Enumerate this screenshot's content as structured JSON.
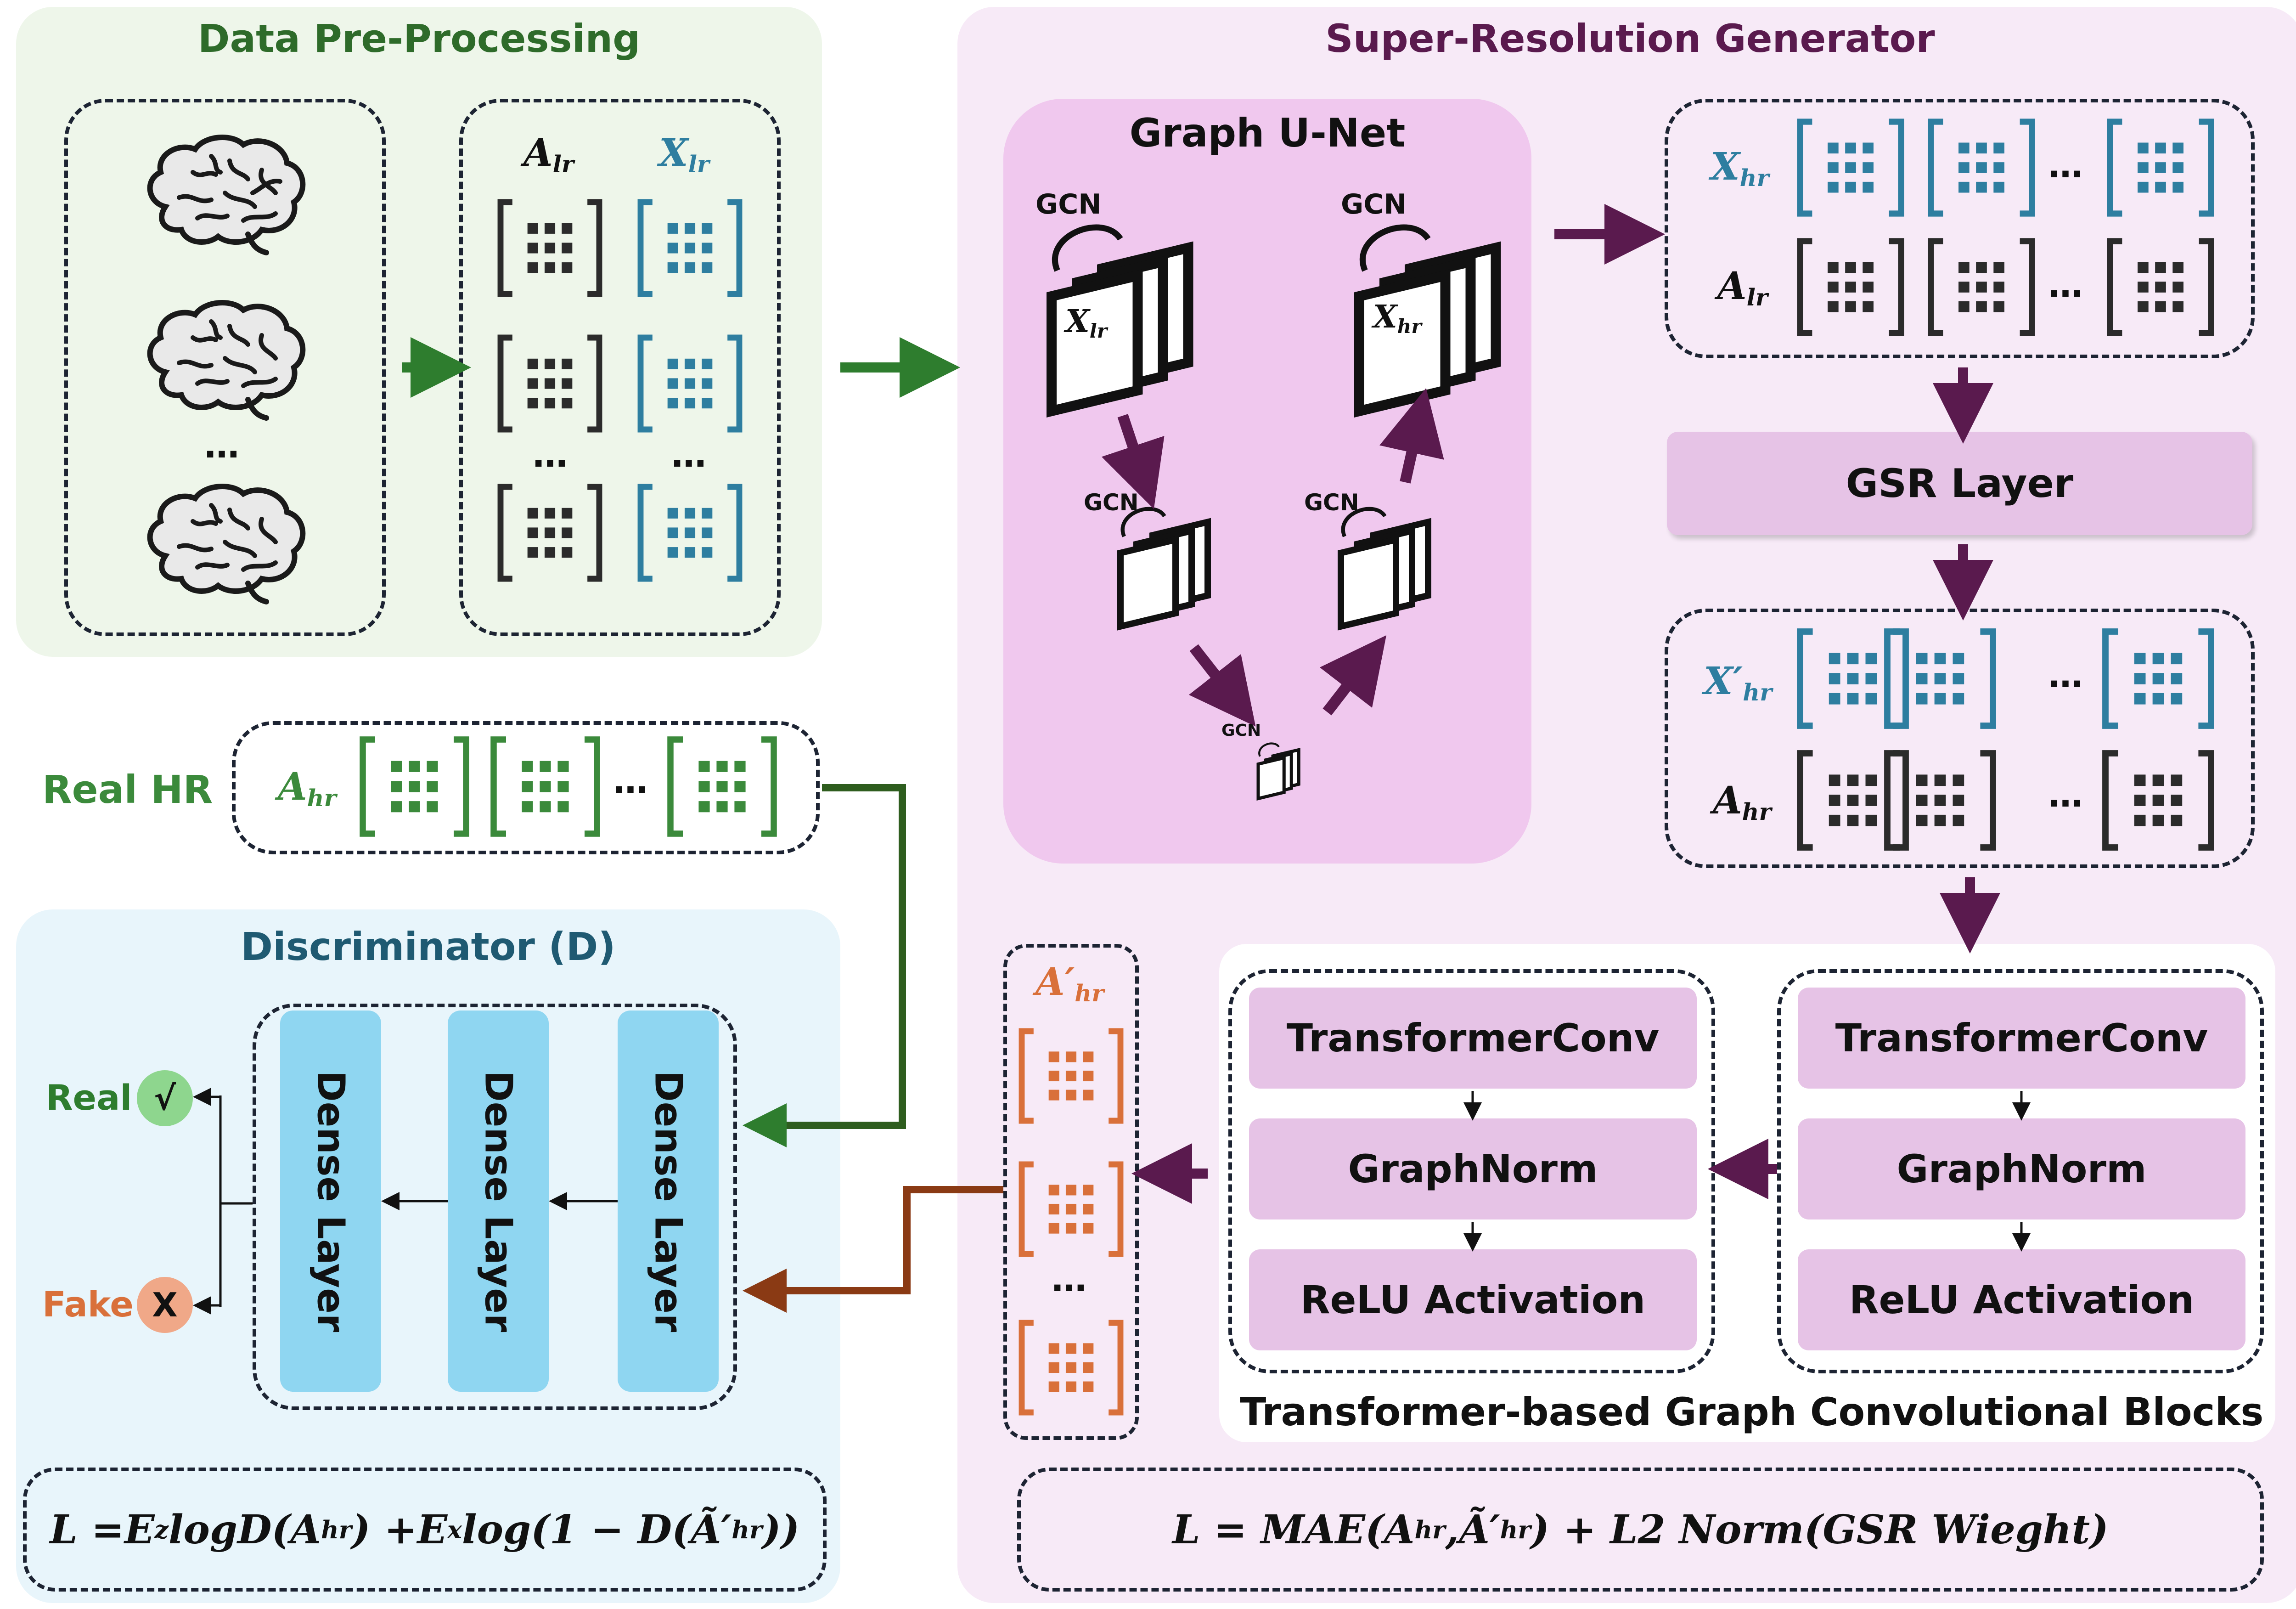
{
  "titles": {
    "preprocessing": "Data Pre-Processing",
    "generator": "Super-Resolution Generator",
    "unet": "Graph U-Net",
    "discriminator": "Discriminator (D)",
    "real_hr": "Real HR",
    "transformer_blocks": "Transformer-based Graph Convolutional Blocks"
  },
  "math_labels": {
    "A": "A",
    "X": "X",
    "X_prime": "X′",
    "A_prime": "A′",
    "lr": "lr",
    "hr": "hr"
  },
  "ellipsis": "…",
  "gcn": "GCN",
  "gsr_layer": "GSR Layer",
  "block_layers": [
    "TransformerConv",
    "GraphNorm",
    "ReLU Activation"
  ],
  "dense_layer": "Dense Layer",
  "outputs": {
    "real_label": "Real",
    "real_symbol": "√",
    "fake_label": "Fake",
    "fake_symbol": "X"
  },
  "formulas": {
    "disc": {
      "lhs": "L = ",
      "e1": "E",
      "e1_sub": "z",
      "log1": "logD(",
      "a_hr": "A",
      "hr": "hr",
      "plus": ") + ",
      "e2": "E",
      "e2_sub": "x",
      "log2": "log(1 − D(",
      "a_prime": "Ã′",
      "close": "))"
    },
    "gen": {
      "lhs": "L = MAE(",
      "a_hr": "A",
      "hr": "hr",
      "comma": ", ",
      "a_prime": "Ã′",
      "rest": ") + L2 Norm(GSR Wieght)"
    }
  },
  "colors": {
    "preprocessing_bg": "#eef6ea",
    "preprocessing_title": "#2e6b2a",
    "generator_bg": "#f7eaf7",
    "generator_title": "#5a1a4e",
    "unet_bg": "#f0c8ee",
    "discriminator_bg": "#e8f5fb",
    "discriminator_title": "#1f5a72",
    "dark_matrix": "#2b2b2b",
    "blue_matrix": "#2e7ea0",
    "green_matrix": "#3b8a3b",
    "orange_matrix": "#d9703a",
    "green_arrow": "#2e7d2e",
    "purple_arrow": "#5a1a4e",
    "brown_arrow": "#8a3a14",
    "real_circle": "#8ed68e",
    "fake_circle": "#f0a888"
  }
}
